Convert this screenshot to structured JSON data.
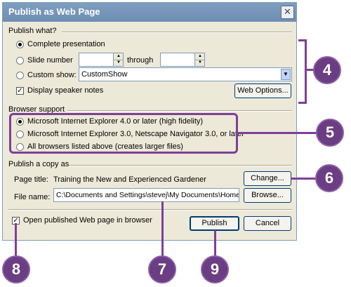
{
  "window": {
    "title": "Publish as Web Page"
  },
  "publish_what": {
    "heading": "Publish what?",
    "complete_presentation": "Complete presentation",
    "slide_number": "Slide number",
    "through": "through",
    "slide_from": "",
    "slide_to": "",
    "custom_show": "Custom show:",
    "custom_show_value": "CustomShow",
    "display_notes": "Display speaker notes",
    "web_options": "Web Options..."
  },
  "browser_support": {
    "heading": "Browser support",
    "options": [
      "Microsoft Internet Explorer 4.0 or later (high fidelity)",
      "Microsoft Internet Explorer 3.0, Netscape Navigator 3.0, or later",
      "All browsers listed above (creates larger files)"
    ],
    "selected_index": 0
  },
  "publish_copy": {
    "heading": "Publish a copy as",
    "page_title_label": "Page title:",
    "page_title_value": "Training the New and Experienced Gardener",
    "change_button": "Change...",
    "file_name_label": "File name:",
    "file_name_value": "C:\\Documents and Settings\\stevej\\My Documents\\Home S",
    "browse_button": "Browse..."
  },
  "footer": {
    "open_in_browser": "Open published Web page in browser",
    "open_in_browser_checked": true,
    "publish_button": "Publish",
    "cancel_button": "Cancel"
  },
  "callouts": {
    "c4": "4",
    "c5": "5",
    "c6": "6",
    "c7": "7",
    "c8": "8",
    "c9": "9"
  },
  "colors": {
    "accent": "#7d3f98",
    "callout_fill": "#6b3d83",
    "dialog_bg": "#ece9d8",
    "titlebar": "#7395bb"
  },
  "icons": {
    "close": "close-icon",
    "spin_up": "arrow-up-icon",
    "spin_down": "arrow-down-icon",
    "dropdown": "chevron-down-icon",
    "check": "check-icon"
  }
}
